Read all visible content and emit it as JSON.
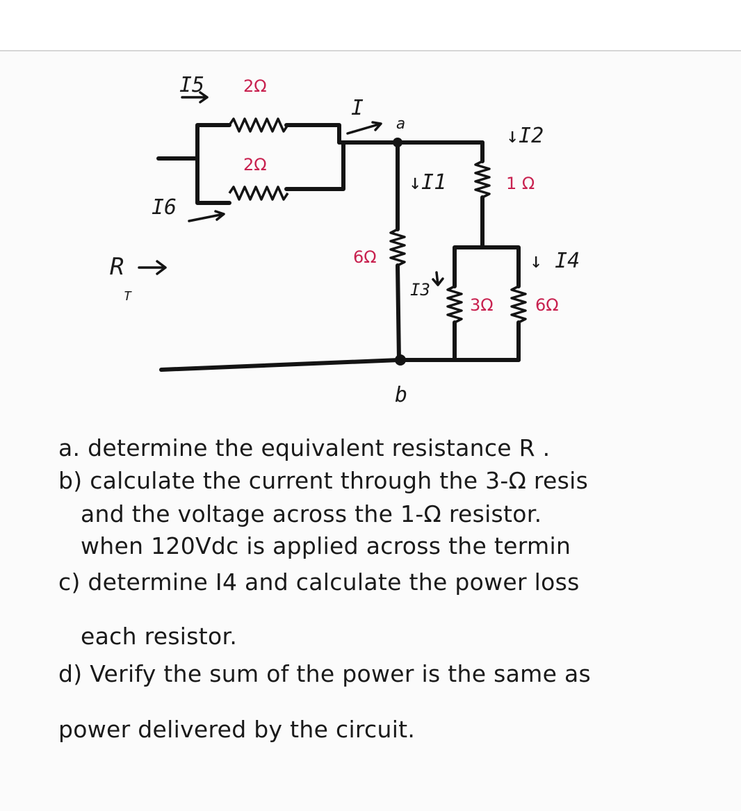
{
  "circuit": {
    "labels": {
      "i5": "I5",
      "r_top": "2Ω",
      "i": "I",
      "node_a": "a",
      "i2": "↓I2",
      "r_mid": "2Ω",
      "i1": "↓I1",
      "r_1ohm": "1 Ω",
      "i6": "I6",
      "r_6ohm_left": "6Ω",
      "i4": "↓ I4",
      "rt": "R",
      "rt_sub": "T",
      "i3": "I3",
      "r_3ohm": "3Ω",
      "r_6ohm_right": "6Ω",
      "node_b": "b"
    }
  },
  "questions": [
    "a. determine the equivalent resistance R .",
    "b) calculate the current through the 3-Ω resis",
    "and the voltage across the 1-Ω resistor.",
    "when 120Vdc is applied across the termin",
    "c) determine I4 and calculate the power loss",
    "each resistor.",
    "d) Verify the sum of the power is the same as",
    "power delivered by the circuit."
  ]
}
